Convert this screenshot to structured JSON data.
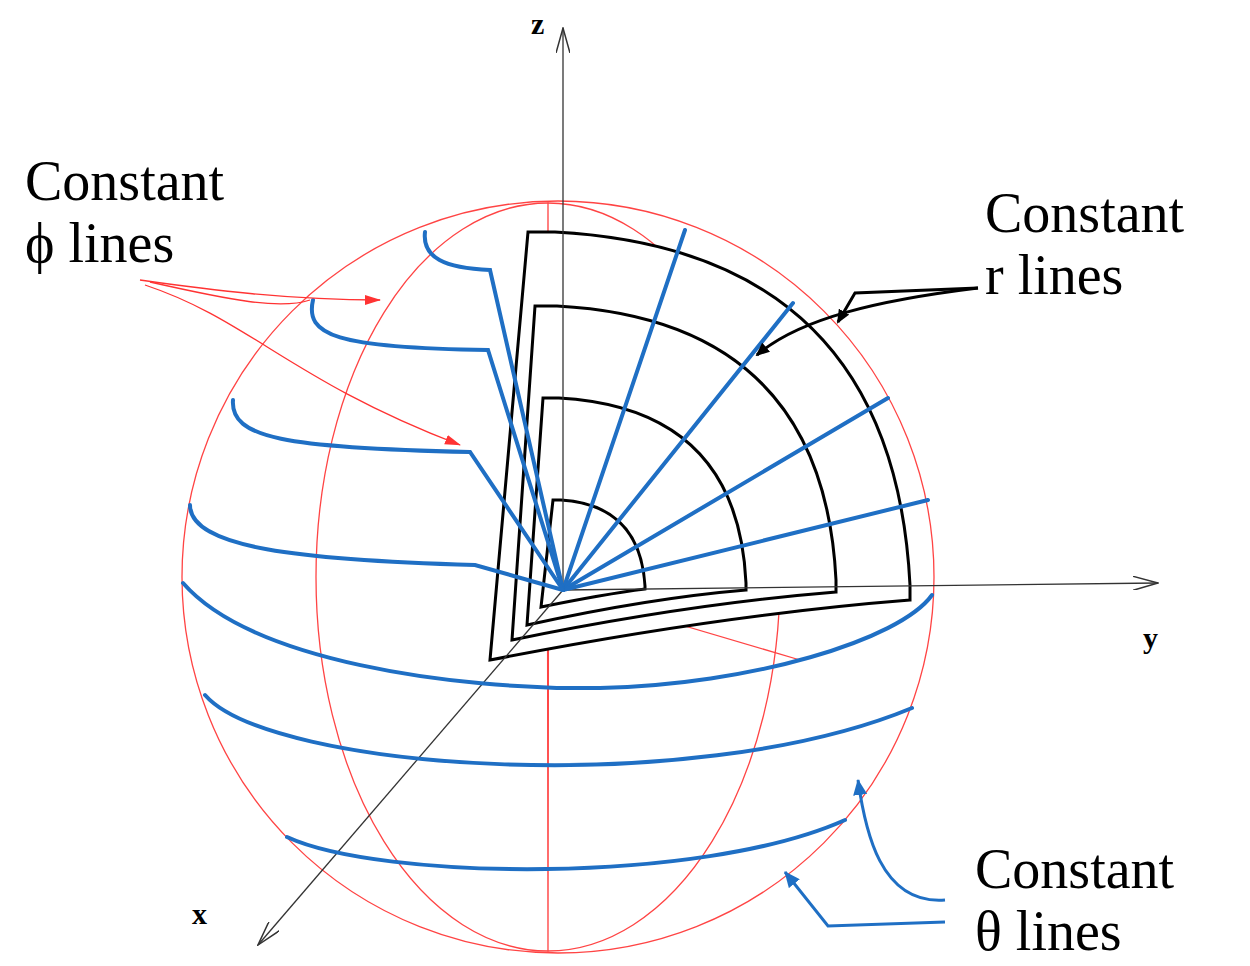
{
  "diagram": {
    "labels": [
      "z",
      "y",
      "x",
      "Constant ϕ lines",
      "Constant r lines",
      "Constant θ lines"
    ]
  }
}
